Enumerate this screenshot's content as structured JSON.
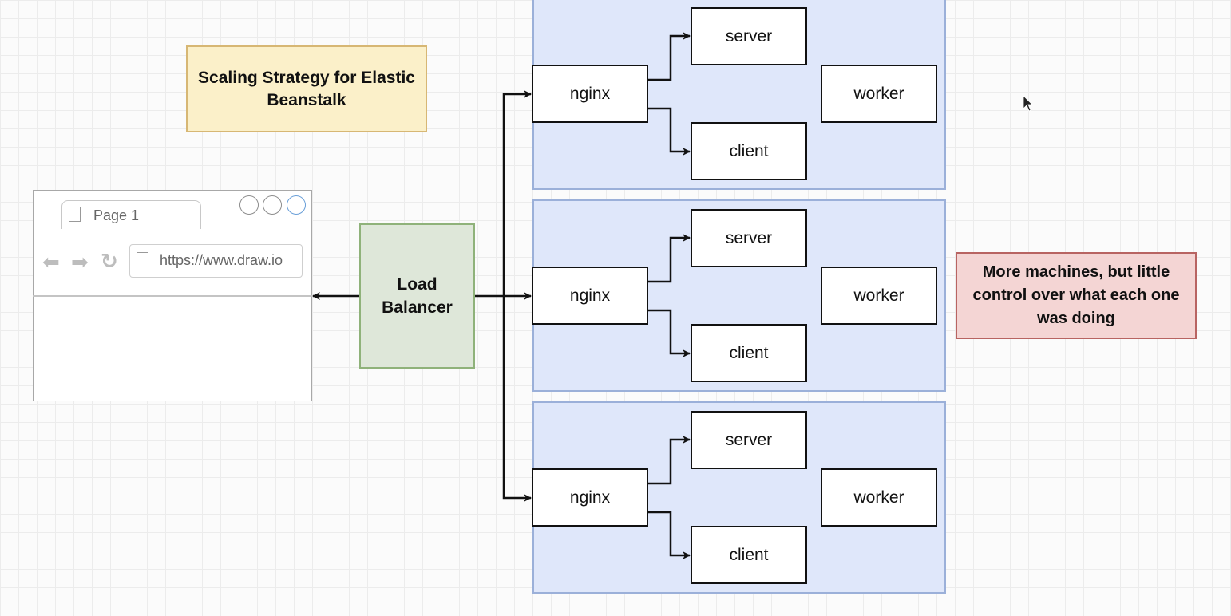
{
  "title_note": "Scaling Strategy for Elastic Beanstalk",
  "load_balancer": "Load Balancer",
  "side_note": "More machines, but little control over what each one was doing",
  "browser": {
    "tab_label": "Page 1",
    "url": "https://www.draw.io"
  },
  "environments": [
    {
      "nginx": "nginx",
      "server": "server",
      "client": "client",
      "worker": "worker"
    },
    {
      "nginx": "nginx",
      "server": "server",
      "client": "client",
      "worker": "worker"
    },
    {
      "nginx": "nginx",
      "server": "server",
      "client": "client",
      "worker": "worker"
    }
  ]
}
